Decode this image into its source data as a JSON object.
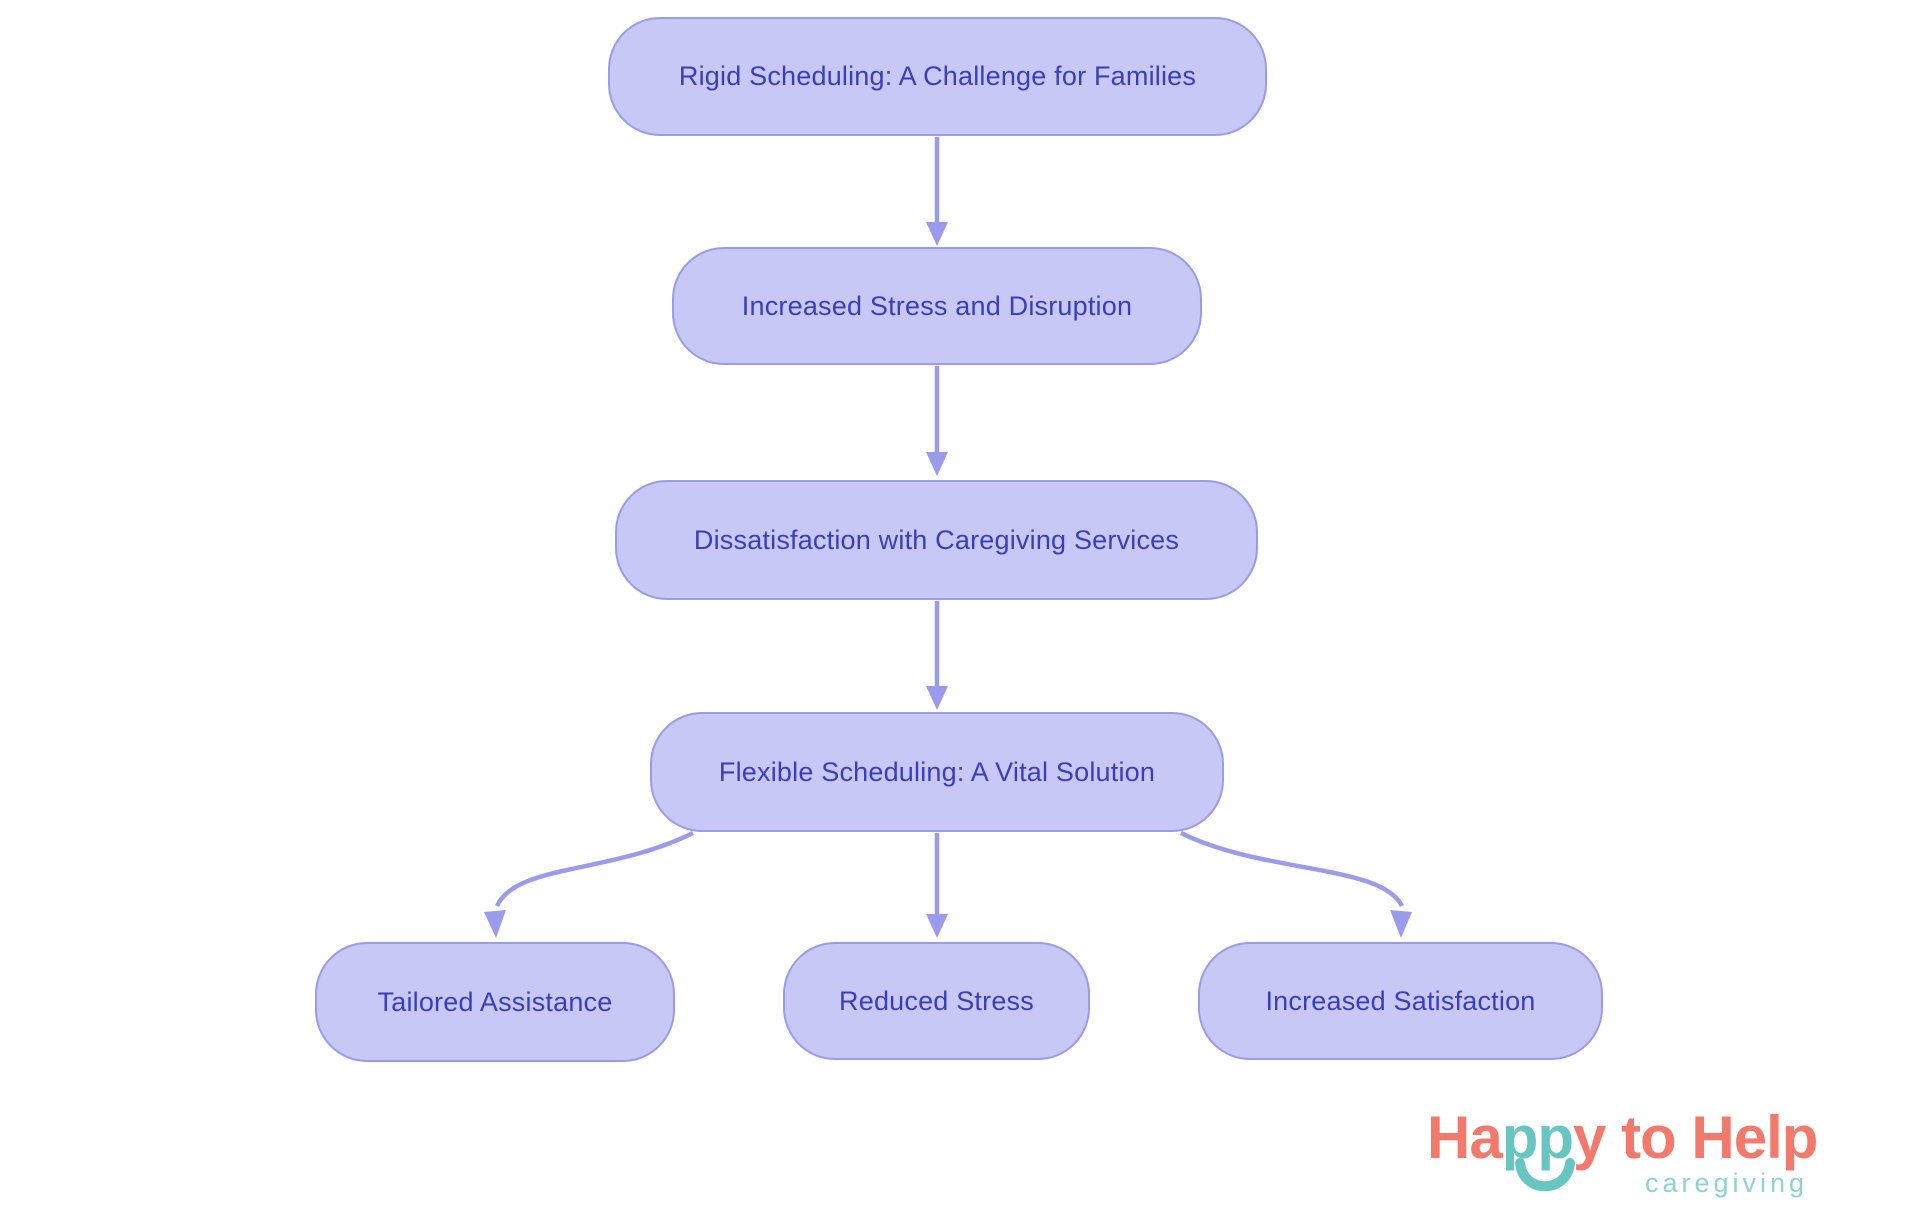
{
  "flowchart": {
    "nodes": [
      {
        "id": "rigid-scheduling",
        "label": "Rigid Scheduling: A Challenge for Families"
      },
      {
        "id": "increased-stress",
        "label": "Increased Stress and Disruption"
      },
      {
        "id": "dissatisfaction",
        "label": "Dissatisfaction with Caregiving Services"
      },
      {
        "id": "flexible-scheduling",
        "label": "Flexible Scheduling: A Vital Solution"
      },
      {
        "id": "tailored-assistance",
        "label": "Tailored Assistance"
      },
      {
        "id": "reduced-stress",
        "label": "Reduced Stress"
      },
      {
        "id": "increased-satisfaction",
        "label": "Increased Satisfaction"
      }
    ],
    "edges": [
      {
        "from": "rigid-scheduling",
        "to": "increased-stress"
      },
      {
        "from": "increased-stress",
        "to": "dissatisfaction"
      },
      {
        "from": "dissatisfaction",
        "to": "flexible-scheduling"
      },
      {
        "from": "flexible-scheduling",
        "to": "tailored-assistance"
      },
      {
        "from": "flexible-scheduling",
        "to": "reduced-stress"
      },
      {
        "from": "flexible-scheduling",
        "to": "increased-satisfaction"
      }
    ],
    "colors": {
      "node_fill": "#C7C8F5",
      "node_border": "#9A9BEC",
      "node_text": "#3A3DBF",
      "arrow": "#9A9BEC"
    }
  },
  "logo": {
    "part_ha": "Ha",
    "part_pp": "pp",
    "part_y": "y",
    "part_to": "to",
    "part_help": "Help",
    "tagline": "caregiving",
    "colors": {
      "coral": "#F2796B",
      "teal": "#68C6C2",
      "tagline_teal": "#8FD3CF"
    }
  }
}
